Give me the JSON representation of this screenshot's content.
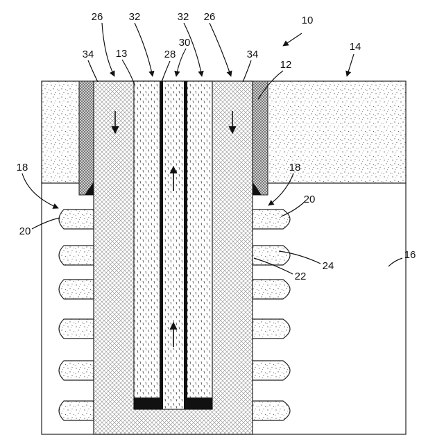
{
  "figure": {
    "labels": {
      "n10": "10",
      "n12": "12",
      "n13": "13",
      "n14": "14",
      "n16": "16",
      "n18": "18",
      "n20": "20",
      "n22": "22",
      "n24": "24",
      "n26": "26",
      "n28": "28",
      "n30": "30",
      "n32": "32",
      "n34": "34"
    }
  }
}
